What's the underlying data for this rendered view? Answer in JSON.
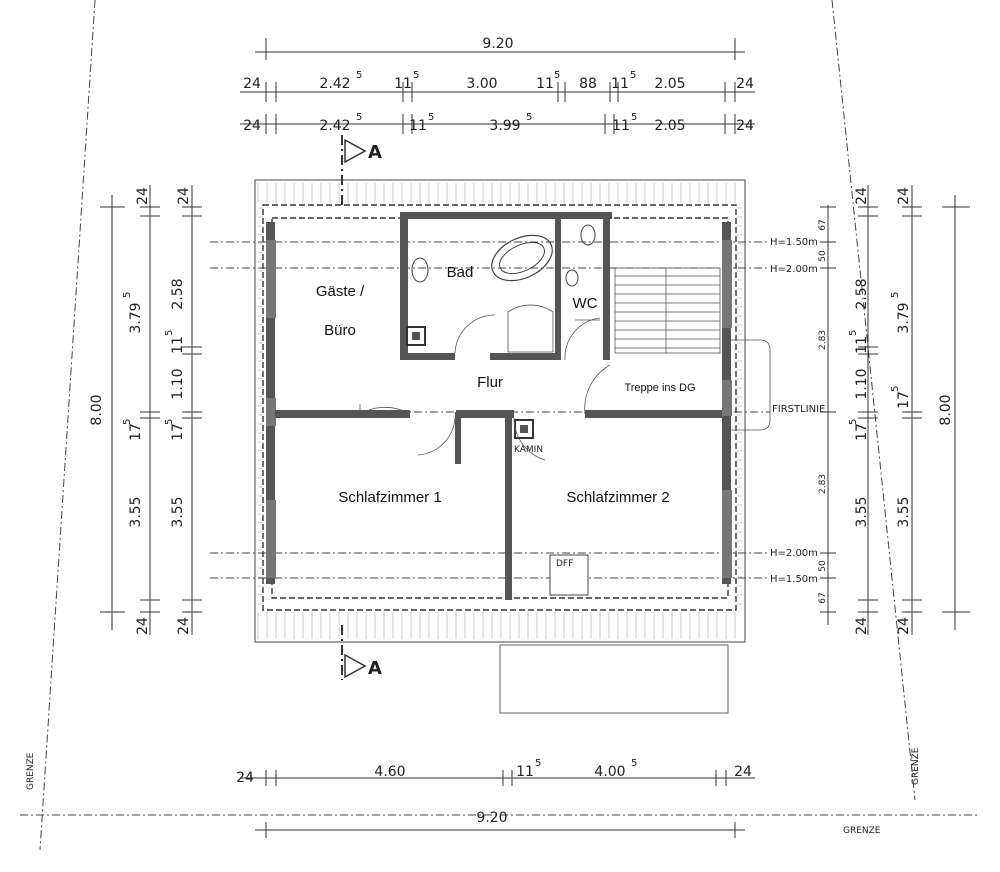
{
  "rooms": {
    "gaeste_line1": "Gäste /",
    "gaeste_line2": "Büro",
    "bad": "Bad",
    "wc": "WC",
    "flur": "Flur",
    "treppe": "Treppe ins DG",
    "schlafzimmer1": "Schlafzimmer 1",
    "schlafzimmer2": "Schlafzimmer 2"
  },
  "labels": {
    "kamin": "KAMIN",
    "dff": "DFF",
    "firstlinie": "FIRSTLINIE",
    "grenze": "GRENZE",
    "section_marker": "A",
    "h150": "H=1.50m",
    "h200": "H=2.00m"
  },
  "dims": {
    "top_total": "9.20",
    "top_row1": {
      "a": "24",
      "b": "2.42",
      "b_sup": "5",
      "c": "11",
      "c_sup": "5",
      "d": "3.00",
      "e": "11",
      "e_sup": "5",
      "f": "88",
      "g": "11",
      "g_sup": "5",
      "h": "2.05",
      "i": "24"
    },
    "top_row2": {
      "a": "24",
      "b": "2.42",
      "b_sup": "5",
      "c": "11",
      "c_sup": "5",
      "d": "3.99",
      "d_sup": "5",
      "e": "11",
      "e_sup": "5",
      "f": "2.05",
      "g": "24"
    },
    "bottom_row": {
      "a": "24",
      "b": "4.60",
      "c": "11",
      "c_sup": "5",
      "d": "4.00",
      "d_sup": "5",
      "e": "24"
    },
    "bottom_total": "9.20",
    "left_total": "8.00",
    "left_a": {
      "top": "24",
      "mid1": "3.79",
      "mid1_sup": "5",
      "mid2": "17",
      "mid2_sup": "5",
      "mid3": "3.55",
      "bottom": "24"
    },
    "left_b": {
      "top": "24",
      "v1": "2.58",
      "v2": "11",
      "v2_sup": "5",
      "v3": "1.10",
      "v4": "17",
      "v4_sup": "5",
      "v5": "3.55",
      "bottom": "24"
    },
    "right_total": "8.00",
    "right_inner": {
      "v1": "67",
      "v2": "50",
      "v3": "2.83",
      "v4": "2.83",
      "v5": "50",
      "v6": "67"
    },
    "right_a": {
      "top": "24",
      "v1": "2.58",
      "v2": "11",
      "v2_sup": "5",
      "v3": "1.10",
      "v4": "17",
      "v4_sup": "5",
      "v5": "3.55",
      "bottom": "24"
    },
    "right_b": {
      "top": "24",
      "mid1": "3.79",
      "mid1_sup": "5",
      "mid2": "17",
      "mid2_sup": "5",
      "mid3": "3.55",
      "bottom": "24"
    }
  }
}
